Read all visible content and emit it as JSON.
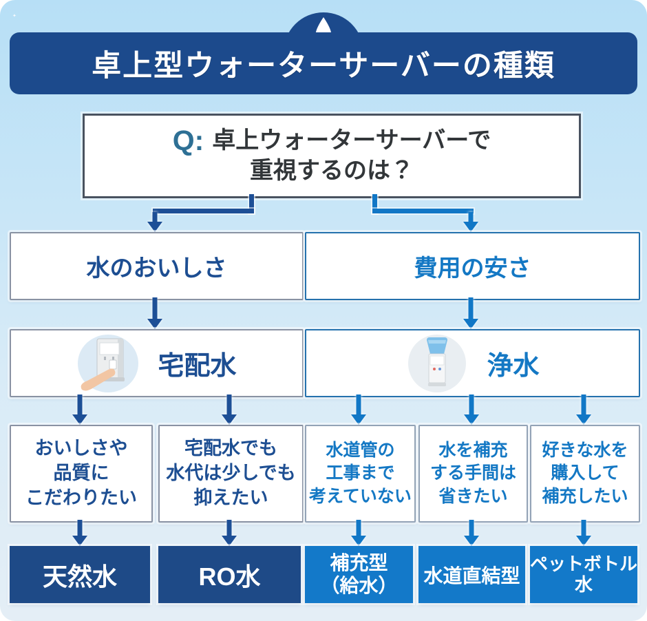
{
  "colors": {
    "navy": "#1c4a8c",
    "bright_blue": "#1478c4",
    "navy_arrow": "#1d4f96",
    "blue_arrow": "#1177c6",
    "question_accent": "#2e7095",
    "bg_top": "#b7dff6",
    "bg_bottom": "#e4eef6"
  },
  "header": {
    "title": "卓上型ウォーターサーバーの種類",
    "badge_icon": "water-drop-icon"
  },
  "question": {
    "prefix": "Q:",
    "line1": "卓上ウォーターサーバーで",
    "line2": "重視するのは？"
  },
  "nodes": {
    "level2": [
      {
        "label": "水のおいしさ"
      },
      {
        "label": "費用の安さ"
      }
    ],
    "level3": [
      {
        "label": "宅配水",
        "icon": "tabletop-bottled-server-icon"
      },
      {
        "label": "浄水",
        "icon": "bottle-top-purifier-icon"
      }
    ],
    "level4": [
      {
        "lines": [
          "おいしさや",
          "品質に",
          "こだわりたい"
        ]
      },
      {
        "lines": [
          "宅配水でも",
          "水代は少しでも",
          "抑えたい"
        ]
      },
      {
        "lines": [
          "水道管の",
          "工事まで",
          "考えていない"
        ]
      },
      {
        "lines": [
          "水を補充",
          "する手間は",
          "省きたい"
        ]
      },
      {
        "lines": [
          "好きな水を",
          "購入して",
          "補充したい"
        ]
      }
    ],
    "level5": [
      {
        "lines": [
          "天然水"
        ]
      },
      {
        "lines": [
          "RO水"
        ]
      },
      {
        "lines": [
          "補充型",
          "（給水）"
        ]
      },
      {
        "lines": [
          "水道直結型"
        ]
      },
      {
        "lines": [
          "ペットボトル",
          "水"
        ]
      }
    ]
  }
}
